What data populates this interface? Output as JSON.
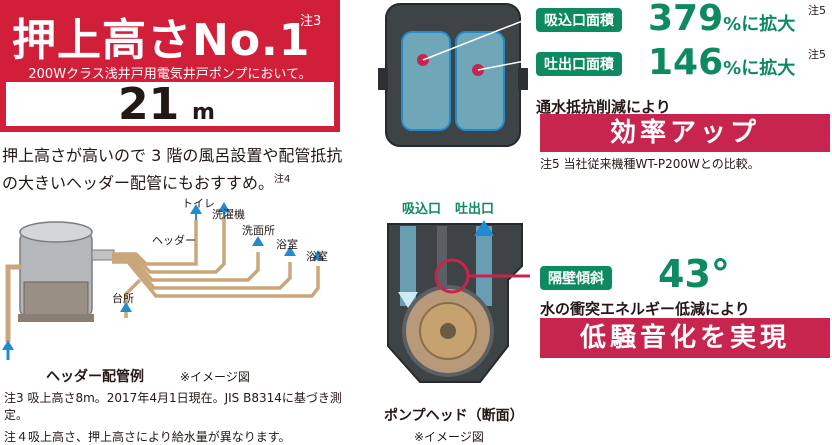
{
  "badge": {
    "title": "押上高さNo.1",
    "note": "注3",
    "subtitle": "200Wクラス浅井戸用電気井戸ポンプにおいて。",
    "value": "21",
    "unit": "m"
  },
  "description": {
    "text": "押上高さが高いので 3 階の風呂設置や配管抵抗の大きいヘッダー配管にもおすすめ。",
    "note": "注4"
  },
  "pipe_labels": {
    "toilet": "トイレ",
    "washer": "洗濯機",
    "sink": "洗面所",
    "bath1": "浴室",
    "bath2": "浴室",
    "header": "ヘッダー",
    "kitchen": "台所"
  },
  "caption_left": {
    "title": "ヘッダー配管例",
    "note": "※イメージ図"
  },
  "footnotes": {
    "note3": "注3 吸上高さ8m。2017年4月1日現在。JIS B8314に基づき測定。",
    "note4": "注４吸上高さ、押上高さにより給水量が異なります。"
  },
  "intake": {
    "label": "吸込口面積",
    "value": "379",
    "suffix": "%に拡大",
    "note": "注5"
  },
  "outlet": {
    "label": "吐出口面積",
    "value": "146",
    "suffix": "%に拡大",
    "note": "注5"
  },
  "flow_text": "通水抵抗削減により",
  "efficiency": "効率アップ",
  "note5": "注5 当社従来機種WT-P200Wとの比較。",
  "pump_head_labels": {
    "in": "吸込口",
    "out": "吐出口"
  },
  "wall": {
    "label": "隔壁傾斜",
    "angle": "43°"
  },
  "collision_text": "水の衝突エネルギー低減により",
  "noise": "低騒音化を実現",
  "caption_right": {
    "title": "ポンプヘッド（断面）",
    "note": "※イメージ図"
  },
  "colors": {
    "red": "#d11f3a",
    "magenta": "#c8254e",
    "green": "#0e8a5f",
    "blue": "#1e8ccf"
  }
}
